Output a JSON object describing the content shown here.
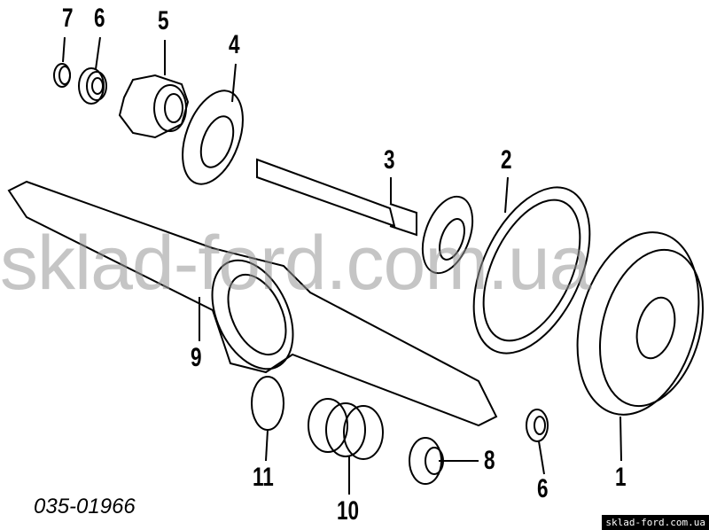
{
  "callouts": {
    "c7": "7",
    "c6a": "6",
    "c5": "5",
    "c4": "4",
    "c3": "3",
    "c2": "2",
    "c9": "9",
    "c11": "11",
    "c10": "10",
    "c8": "8",
    "c6b": "6",
    "c1": "1"
  },
  "part_number": "035-01966",
  "watermark": "sklad-ford.com.ua",
  "site_label": "sklad-ford.com.ua"
}
